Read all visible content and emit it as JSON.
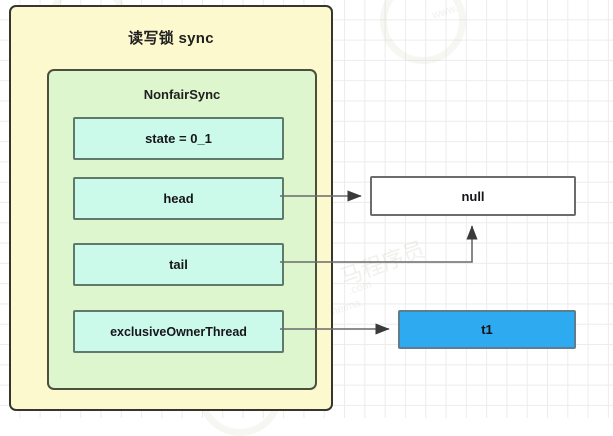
{
  "diagram": {
    "title": "读写锁 sync",
    "outer_fill": "#fdf9cf",
    "inner": {
      "title": "NonfairSync",
      "fill": "#ddf6cd",
      "fields": [
        {
          "id": "state",
          "label": "state = 0_1"
        },
        {
          "id": "head",
          "label": "head"
        },
        {
          "id": "tail",
          "label": "tail"
        },
        {
          "id": "owner",
          "label": "exclusiveOwnerThread"
        }
      ],
      "field_fill": "#ccfaea"
    },
    "nodes": [
      {
        "id": "null-node",
        "label": "null",
        "fill": "#ffffff"
      },
      {
        "id": "t1-node",
        "label": "t1",
        "fill": "#2eaaf0"
      }
    ],
    "edges": [
      {
        "from": "head",
        "to": "null-node"
      },
      {
        "from": "tail",
        "to": "null-node"
      },
      {
        "from": "owner",
        "to": "t1-node"
      }
    ],
    "watermarks": [
      "www.",
      "马程序员",
      ".com",
      "www.itheima."
    ]
  }
}
